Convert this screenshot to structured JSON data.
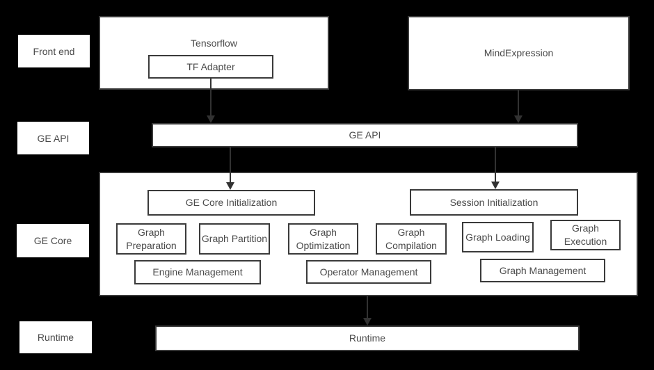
{
  "side_labels": {
    "front_end": "Front end",
    "ge_api": "GE API",
    "ge_core": "GE Core",
    "runtime": "Runtime"
  },
  "front_end": {
    "tensorflow": "Tensorflow",
    "tf_adapter": "TF Adapter",
    "mind_expression": "MindExpression"
  },
  "ge_api_bar": "GE API",
  "ge_core": {
    "ge_core_initialization": "GE Core Initialization",
    "session_initialization": "Session Initialization",
    "modules": [
      "Graph Preparation",
      "Graph Partition",
      "Graph Optimization",
      "Graph Compilation",
      "Graph Loading",
      "Graph Execution"
    ],
    "management": [
      "Engine Management",
      "Operator Management",
      "Graph Management"
    ]
  },
  "runtime_bar": "Runtime",
  "colors": {
    "background": "#000000",
    "box_fill": "#ffffff",
    "box_border": "#3a3a3a",
    "text": "#4a4a4a",
    "arrow": "#323232"
  }
}
